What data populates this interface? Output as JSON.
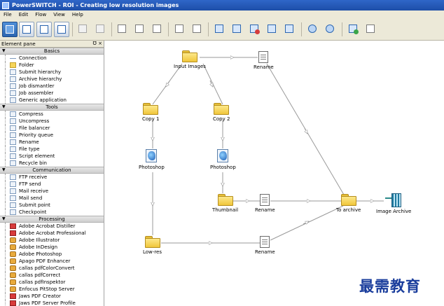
{
  "window": {
    "title": "PowerSWITCH - ROI - Creating low resolution images"
  },
  "menu": [
    "File",
    "Edit",
    "Flow",
    "View",
    "Help"
  ],
  "pane": {
    "title": "Element pane",
    "controls": "Ʊ ×",
    "groups": [
      {
        "name": "Basics",
        "items": [
          {
            "label": "Connection",
            "icon": "connection-icon"
          },
          {
            "label": "Folder",
            "icon": "folder-icon"
          },
          {
            "label": "Submit hierarchy",
            "icon": "submit-hierarchy-icon"
          },
          {
            "label": "Archive hierarchy",
            "icon": "archive-hierarchy-icon"
          },
          {
            "label": "Job dismantler",
            "icon": "job-dismantler-icon"
          },
          {
            "label": "Job assembler",
            "icon": "job-assembler-icon"
          },
          {
            "label": "Generic application",
            "icon": "generic-application-icon"
          }
        ]
      },
      {
        "name": "Tools",
        "items": [
          {
            "label": "Compress",
            "icon": "compress-icon"
          },
          {
            "label": "Uncompress",
            "icon": "uncompress-icon"
          },
          {
            "label": "File balancer",
            "icon": "file-balancer-icon"
          },
          {
            "label": "Priority queue",
            "icon": "priority-queue-icon"
          },
          {
            "label": "Rename",
            "icon": "rename-icon"
          },
          {
            "label": "File type",
            "icon": "file-type-icon"
          },
          {
            "label": "Script element",
            "icon": "script-element-icon"
          },
          {
            "label": "Recycle bin",
            "icon": "recycle-bin-icon"
          }
        ]
      },
      {
        "name": "Communication",
        "items": [
          {
            "label": "FTP receive",
            "icon": "ftp-receive-icon"
          },
          {
            "label": "FTP send",
            "icon": "ftp-send-icon"
          },
          {
            "label": "Mail receive",
            "icon": "mail-receive-icon"
          },
          {
            "label": "Mail send",
            "icon": "mail-send-icon"
          },
          {
            "label": "Submit point",
            "icon": "submit-point-icon"
          },
          {
            "label": "Checkpoint",
            "icon": "checkpoint-icon"
          }
        ]
      },
      {
        "name": "Processing",
        "items": [
          {
            "label": "Adobe Acrobat Distiller",
            "icon": "acrobat-distiller-icon"
          },
          {
            "label": "Adobe Acrobat Professional",
            "icon": "acrobat-professional-icon"
          },
          {
            "label": "Adobe Illustrator",
            "icon": "illustrator-icon"
          },
          {
            "label": "Adobe InDesign",
            "icon": "indesign-icon"
          },
          {
            "label": "Adobe Photoshop",
            "icon": "photoshop-icon"
          },
          {
            "label": "Apago PDF Enhancer",
            "icon": "apago-icon"
          },
          {
            "label": "callas pdfColorConvert",
            "icon": "callas-colorconvert-icon"
          },
          {
            "label": "callas pdfCorrect",
            "icon": "callas-correct-icon"
          },
          {
            "label": "callas pdfInspektor",
            "icon": "callas-inspektor-icon"
          },
          {
            "label": "Enfocus PitStop Server",
            "icon": "pitstop-icon"
          },
          {
            "label": "Jaws PDF Creator",
            "icon": "jaws-icon"
          },
          {
            "label": "Jaws PDF Server Profile",
            "icon": "jaws-profile-icon"
          }
        ]
      }
    ]
  },
  "flow": {
    "nodes": [
      {
        "id": "input-images",
        "label": "Input Images",
        "kind": "folder"
      },
      {
        "id": "rename-1",
        "label": "Rename",
        "kind": "rename"
      },
      {
        "id": "copy-1",
        "label": "Copy 1",
        "kind": "folder"
      },
      {
        "id": "copy-2",
        "label": "Copy 2",
        "kind": "folder"
      },
      {
        "id": "photoshop-1",
        "label": "Photoshop",
        "kind": "photoshop"
      },
      {
        "id": "photoshop-2",
        "label": "Photoshop",
        "kind": "photoshop"
      },
      {
        "id": "thumbnail",
        "label": "Thumbnail",
        "kind": "folder"
      },
      {
        "id": "rename-2",
        "label": "Rename",
        "kind": "rename"
      },
      {
        "id": "to-archive",
        "label": "To archive",
        "kind": "folder"
      },
      {
        "id": "image-archive",
        "label": "Image Archive",
        "kind": "archive"
      },
      {
        "id": "low-res",
        "label": "Low-res",
        "kind": "folder"
      },
      {
        "id": "rename-3",
        "label": "Rename",
        "kind": "rename"
      }
    ]
  },
  "watermark": "最需教育"
}
